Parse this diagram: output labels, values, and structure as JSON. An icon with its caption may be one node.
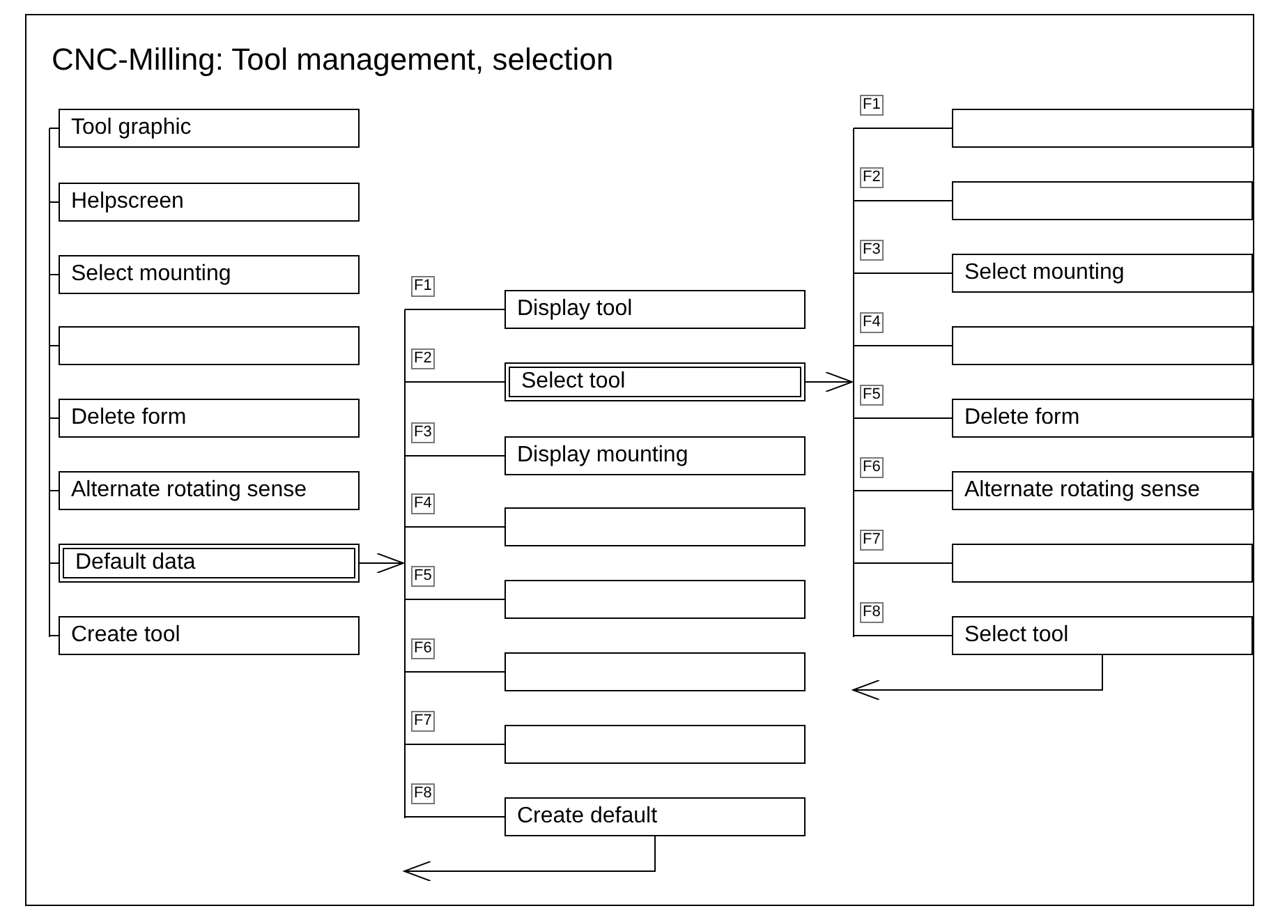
{
  "diagram": {
    "title": "CNC-Milling: Tool management, selection",
    "nodes": [
      {
        "text": [
          "Tool graphic"
        ]
      },
      {
        "text": [
          "Helpscreen"
        ]
      },
      {
        "text": [
          "Select mounting"
        ]
      },
      {
        "text": [],
        "shape": "box"
      },
      {
        "text": [
          "Delete form"
        ]
      },
      {
        "text": [
          "Alternate rotating sense"
        ]
      },
      {
        "text": [
          "Default data"
        ]
      },
      {
        "text": [
          "Create tool"
        ]
      },
      {
        "text": [
          "Display tool"
        ]
      },
      {
        "text": [
          "Select tool"
        ]
      },
      {
        "text": [
          "Display mounting"
        ]
      },
      {
        "text": [],
        "shape": "box"
      },
      {
        "text": [],
        "shape": "box"
      },
      {
        "text": [],
        "shape": "box"
      },
      {
        "text": [],
        "shape": "box"
      },
      {
        "text": [
          "Create default"
        ]
      },
      {
        "text": [],
        "shape": "box"
      },
      {
        "text": [],
        "shape": "box"
      },
      {
        "text": [
          "Select mounting"
        ]
      },
      {
        "text": [],
        "shape": "box"
      },
      {
        "text": [
          "Delete form"
        ]
      },
      {
        "text": [
          "Alternate rotating sense"
        ]
      },
      {
        "text": [],
        "shape": "box"
      },
      {
        "text": [
          "Select tool"
        ]
      },
      {
        "text": [],
        "shape": "bar"
      },
      {
        "text": [],
        "shape": "bar"
      },
      {
        "text": [],
        "shape": "bar"
      }
    ],
    "edges": [
      {
        "from": 24,
        "to": 0,
        "arrow": "none"
      },
      {
        "from": 24,
        "to": 1,
        "arrow": "none"
      },
      {
        "from": 24,
        "to": 2,
        "arrow": "none"
      },
      {
        "from": 24,
        "to": 3,
        "arrow": "none"
      },
      {
        "from": 24,
        "to": 4,
        "arrow": "none"
      },
      {
        "from": 24,
        "to": 5,
        "arrow": "none"
      },
      {
        "from": 24,
        "to": 6,
        "arrow": "none"
      },
      {
        "from": 24,
        "to": 7,
        "arrow": "none"
      },
      {
        "from": 25,
        "to": 8,
        "arrow": "none"
      },
      {
        "from": 25,
        "to": 9,
        "arrow": "none"
      },
      {
        "from": 25,
        "to": 10,
        "arrow": "none"
      },
      {
        "from": 25,
        "to": 11,
        "arrow": "none"
      },
      {
        "from": 25,
        "to": 12,
        "arrow": "none"
      },
      {
        "from": 25,
        "to": 13,
        "arrow": "none"
      },
      {
        "from": 25,
        "to": 14,
        "arrow": "none"
      },
      {
        "from": 25,
        "to": 15,
        "arrow": "none"
      },
      {
        "from": 26,
        "to": 16,
        "arrow": "none"
      },
      {
        "from": 26,
        "to": 17,
        "arrow": "none"
      },
      {
        "from": 26,
        "to": 18,
        "arrow": "none"
      },
      {
        "from": 26,
        "to": 19,
        "arrow": "none"
      },
      {
        "from": 26,
        "to": 20,
        "arrow": "none"
      },
      {
        "from": 26,
        "to": 21,
        "arrow": "none"
      },
      {
        "from": 26,
        "to": 22,
        "arrow": "none"
      },
      {
        "from": 26,
        "to": 23,
        "arrow": "none"
      },
      {
        "from": 6,
        "to": 25,
        "arrow": "to"
      },
      {
        "from": 9,
        "to": 26,
        "arrow": "to"
      },
      {
        "from": 23,
        "to": null,
        "arrow": "to"
      },
      {
        "from": 15,
        "to": null,
        "arrow": "to"
      }
    ],
    "labels": [
      "F1",
      "F2",
      "F3",
      "F4",
      "F5",
      "F6",
      "F7",
      "F8",
      "F1",
      "F2",
      "F3",
      "F4",
      "F5",
      "F6",
      "F7",
      "F8"
    ]
  }
}
